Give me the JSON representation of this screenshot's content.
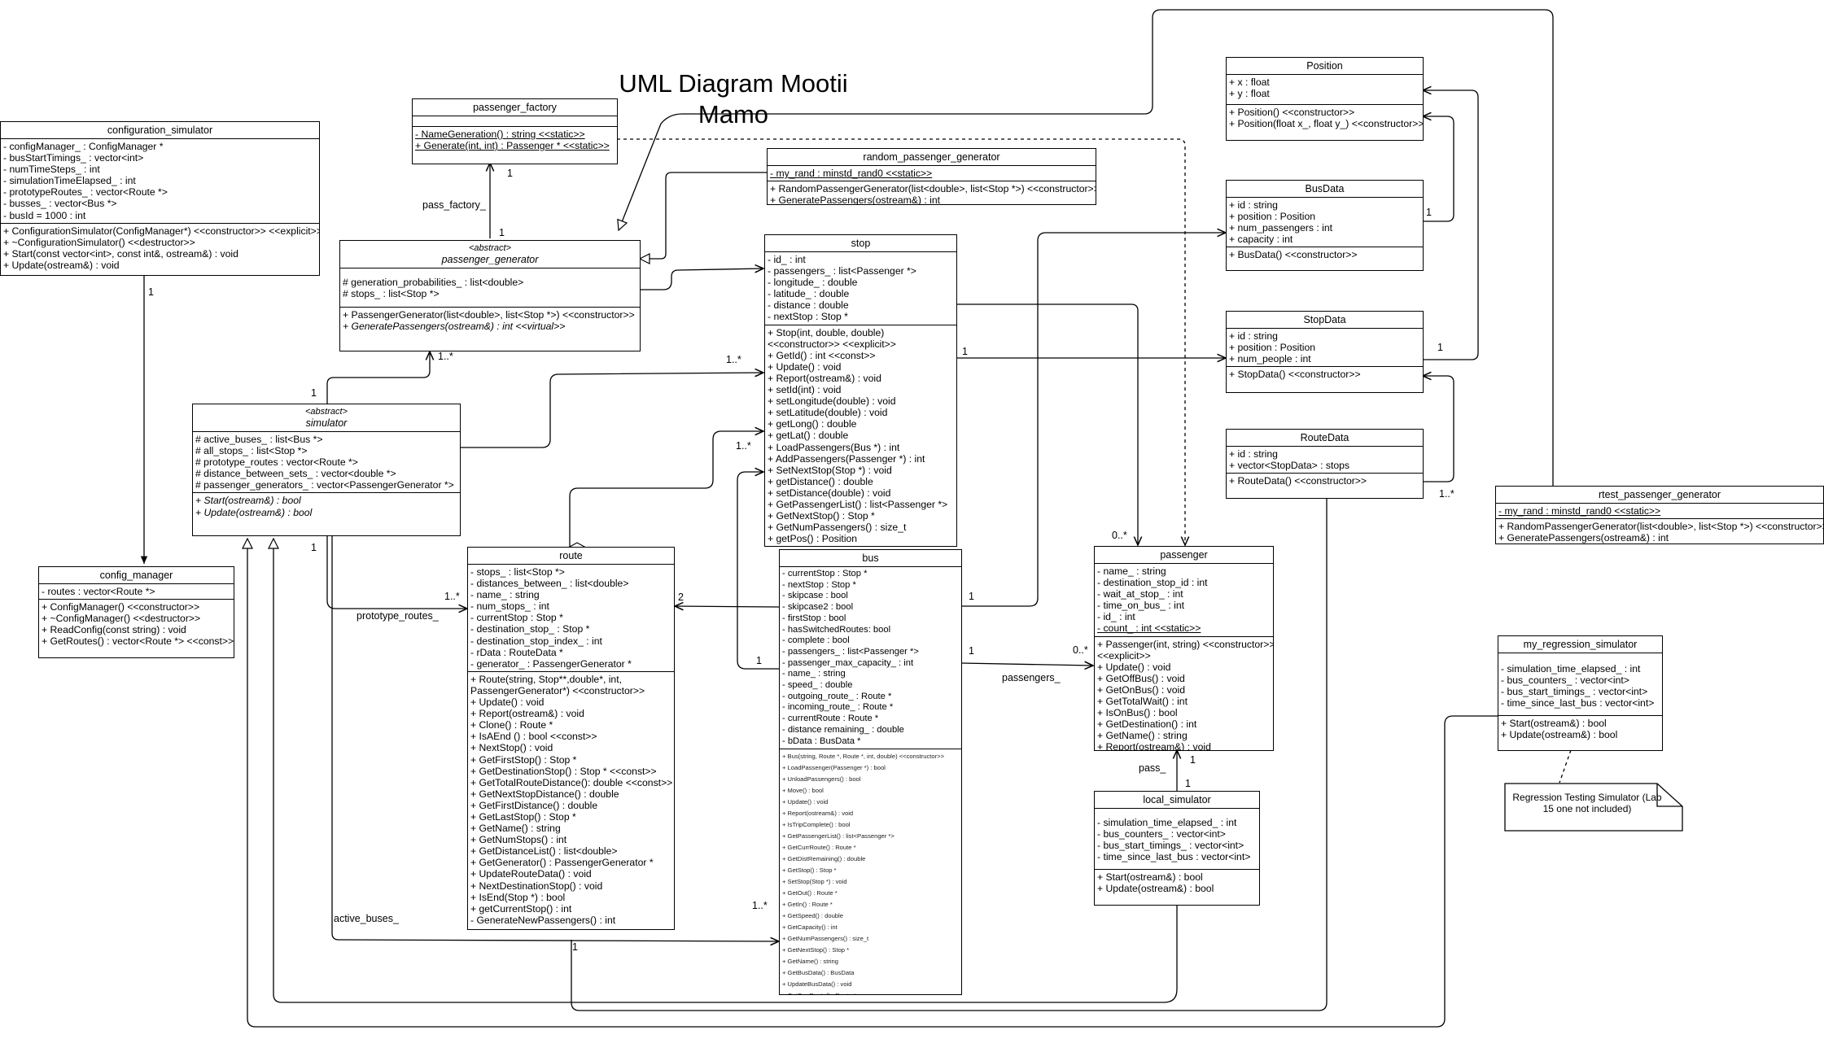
{
  "title": {
    "line1": "UML Diagram Mootii",
    "line2": "Mamo"
  },
  "classes": {
    "configuration_simulator": {
      "name": "configuration_simulator",
      "attributes": [
        "- configManager_ : ConfigManager *",
        "- busStartTimings_ : vector<int>",
        "- numTimeSteps_ : int",
        "- simulationTimeElapsed_ : int",
        "- prototypeRoutes_ : vector<Route *>",
        "- busses_ : vector<Bus *>",
        "- busId = 1000 : int"
      ],
      "methods": [
        "+ ConfigurationSimulator(ConfigManager*) <<constructor>> <<explicit>>",
        "+ ~ConfigurationSimulator() <<destructor>>",
        "+ Start(const vector<int>, const int&, ostream&) : void",
        "+ Update(ostream&) : void"
      ]
    },
    "config_manager": {
      "name": "config_manager",
      "attributes": [
        "- routes : vector<Route *>"
      ],
      "methods": [
        "+ ConfigManager() <<constructor>>",
        "+ ~ConfigManager() <<destructor>>",
        "+ ReadConfig(const string) : void",
        "+ GetRoutes() : vector<Route *> <<const>>"
      ]
    },
    "passenger_factory": {
      "name": "passenger_factory",
      "methods": [
        "- NameGeneration() : string <<static>>",
        "+ Generate(int, int) : Passenger * <<static>>"
      ]
    },
    "passenger_generator": {
      "stereotype": "<abstract>",
      "name": "passenger_generator",
      "attributes": [
        "# generation_probabilities_ : list<double>",
        "# stops_ : list<Stop *>"
      ],
      "methods": [
        "+ PassengerGenerator(list<double>, list<Stop *>)  <<constructor>>",
        "+ GeneratePassengers(ostream&) : int <<virtual>>"
      ]
    },
    "random_passenger_generator": {
      "name": "random_passenger_generator",
      "attributes": [
        "- my_rand : minstd_rand0 <<static>>"
      ],
      "methods": [
        "+ RandomPassengerGenerator(list<double>, list<Stop *>) <<constructor>>",
        "+ GeneratePassengers(ostream&) : int"
      ]
    },
    "stop": {
      "name": "stop",
      "attributes": [
        "- id_ : int",
        "- passengers_ : list<Passenger *>",
        "- longitude_ : double",
        "- latitude_ : double",
        "- distance : double",
        "- nextStop : Stop *"
      ],
      "methods": [
        "+ Stop(int, double, double)",
        "<<constructor>> <<explicit>>",
        "+ GetId() : int <<const>>",
        "+ Update() : void",
        "+ Report(ostream&) : void",
        "+ setId(int) : void",
        "+ setLongitude(double) : void",
        "+ setLatitude(double) : void",
        "+ getLong() : double",
        "+ getLat() : double",
        "+ LoadPassengers(Bus *) : int",
        "+ AddPassengers(Passenger *) : int",
        "+ SetNextStop(Stop *) : void",
        "+ getDistance() : double",
        "+ setDistance(double) : void",
        "+ GetPassengerList() : list<Passenger *>",
        "+ GetNextStop() : Stop *",
        "+ GetNumPassengers() : size_t",
        "+ getPos() : Position"
      ]
    },
    "simulator": {
      "stereotype": "<abstract>",
      "name": "simulator",
      "attributes": [
        "# active_buses_ : list<Bus *>",
        "# all_stops_ : list<Stop *>",
        "# prototype_routes : vector<Route *>",
        "# distance_between_sets_ : vector<double *>",
        "# passenger_generators_ : vector<PassengerGenerator *>"
      ],
      "methods": [
        "+ Start(ostream&) : bool",
        "+ Update(ostream&)  : bool"
      ]
    },
    "route": {
      "name": "route",
      "attributes": [
        "- stops_ : list<Stop *>",
        "- distances_between_ : list<double>",
        "- name_ : string",
        "- num_stops_ : int",
        "- currentStop : Stop *",
        "- destination_stop_ : Stop *",
        "- destination_stop_index_ : int",
        "- rData : RouteData *",
        "- generator_ : PassengerGenerator *"
      ],
      "methods": [
        "+ Route(string, Stop**,double*, int,",
        "PassengerGenerator*) <<constructor>>",
        "+ Update() : void",
        "+ Report(ostream&) : void",
        "+ Clone() : Route *",
        "+ IsAEnd () : bool <<const>>",
        "+ NextStop() : void",
        "+ GetFirstStop() : Stop *",
        "+ GetDestinationStop() : Stop * <<const>>",
        "+ GetTotalRouteDistance(): double <<const>>",
        "+ GetNextStopDistance() : double",
        "+ GetFirstDistance() : double",
        "+ GetLastStop() : Stop *",
        "+ GetName() : string",
        "+ GetNumStops() : int",
        "+ GetDistanceList() : list<double>",
        "+ GetGenerator() : PassengerGenerator *",
        "+ UpdateRouteData() : void",
        "+ NextDestinationStop() : void",
        "+ IsEnd(Stop *) : bool",
        "+ getCurrentStop() : int",
        "- GenerateNewPassengers() : int"
      ]
    },
    "bus": {
      "name": "bus",
      "attributes": [
        "- currentStop : Stop *",
        "- nextStop : Stop *",
        "- skipcase : bool",
        "- skipcase2 : bool",
        "- firstStop : bool",
        "- hasSwitchedRoutes: bool",
        "- complete : bool",
        "- passengers_ : list<Passenger *>",
        "- passenger_max_capacity_ : int",
        "- name_ : string",
        "- speed_ : double",
        "- outgoing_route_ : Route *",
        "- incoming_route_ : Route *",
        "- currentRoute : Route *",
        "- distance remaining_ : double",
        "- bData : BusData *"
      ],
      "methods": [
        "+ Bus(string, Route *, Route *, int, double) <<constructor>>",
        "+ LoadPassenger(Passenger *) : bool",
        "+ UnloadPassengers() : bool",
        "+ Move() : bool",
        "+ Update() : void",
        "+ Report(ostream&) : void",
        "+ IsTripComplete() : bool",
        "+ GetPassengerList() : list<Passenger *>",
        "+ GetCurrRoute() : Route *",
        "+ GetDistRemaining() : double",
        "+ GetStop() : Stop *",
        "+ SetStop(Stop *) : void",
        "+ GetOut() : Route *",
        "+ GetIn() : Route *",
        "+ GetSpeed() : double",
        "+ GetCapacity() : int",
        "+ GetNumPassengers() : size_t",
        "+ GetNextStop() : Stop *",
        "+ GetName() : string",
        "+ GetBusData() : BusData",
        "+ UpdateBusData() : void",
        "+ GetCurrRoute() : Route *"
      ]
    },
    "passenger": {
      "name": "passenger",
      "attributes": [
        "- name_ : string",
        "- destination_stop_id : int",
        "- wait_at_stop_ : int",
        "- time_on_bus_ : int",
        "- id_ : int",
        "- count_ : int <<static>>"
      ],
      "methods": [
        "+ Passenger(int, string) <<constructor>>",
        "<<explicit>>",
        "+ Update() : void",
        "+ GetOffBus() : void",
        "+ GetOnBus() : void",
        "+ GetTotalWait() : int",
        "+ IsOnBus() : bool",
        "+ GetDestination() : int",
        "+ GetName() : string",
        "+ Report(ostream&) : void"
      ]
    },
    "local_simulator": {
      "name": "local_simulator",
      "attributes": [
        "- simulation_time_elapsed_ : int",
        "- bus_counters_ : vector<int>",
        "- bus_start_timings_ : vector<int>",
        "- time_since_last_bus : vector<int>"
      ],
      "methods": [
        "+ Start(ostream&) : bool",
        "+ Update(ostream&) : bool"
      ]
    },
    "position": {
      "name": "Position",
      "attributes": [
        "+ x : float",
        "+ y : float"
      ],
      "methods": [
        "+ Position() <<constructor>>",
        "+ Position(float x_, float y_) <<constructor>>"
      ]
    },
    "busdata": {
      "name": "BusData",
      "attributes": [
        "+ id : string",
        "+ position : Position",
        "+ num_passengers : int",
        "+ capacity : int"
      ],
      "methods": [
        "+ BusData() <<constructor>>"
      ]
    },
    "stopdata": {
      "name": "StopData",
      "attributes": [
        "+ id : string",
        "+ position : Position",
        "+ num_people : int"
      ],
      "methods": [
        "+ StopData() <<constructor>>"
      ]
    },
    "routedata": {
      "name": "RouteData",
      "attributes": [
        "+ id : string",
        "+ vector<StopData> : stops"
      ],
      "methods": [
        "+ RouteData() <<constructor>>"
      ]
    },
    "rtest_passenger_generator": {
      "name": "rtest_passenger_generator",
      "attributes": [
        "- my_rand : minstd_rand0 <<static>>"
      ],
      "methods": [
        "+ RandomPassengerGenerator(list<double>, list<Stop *>) <<constructor>>",
        "+ GeneratePassengers(ostream&) : int"
      ]
    },
    "my_regression_simulator": {
      "name": "my_regression_simulator",
      "attributes": [
        "- simulation_time_elapsed_ : int",
        "- bus_counters_ : vector<int>",
        "- bus_start_timings_ : vector<int>",
        "- time_since_last_bus : vector<int>"
      ],
      "methods": [
        "+ Start(ostream&) : bool",
        "+ Update(ostream&) : bool"
      ]
    }
  },
  "note": {
    "text": "Regression Testing Simulator (Lab 15 one not included)"
  },
  "labels": {
    "pass_factory": "pass_factory_",
    "prototype_routes": "prototype_routes_",
    "active_buses": "active_buses_",
    "passengers": "passengers_",
    "pass": "pass_",
    "one": "1",
    "two": "2",
    "one_many": "1..*",
    "zero_many": "0..*"
  }
}
